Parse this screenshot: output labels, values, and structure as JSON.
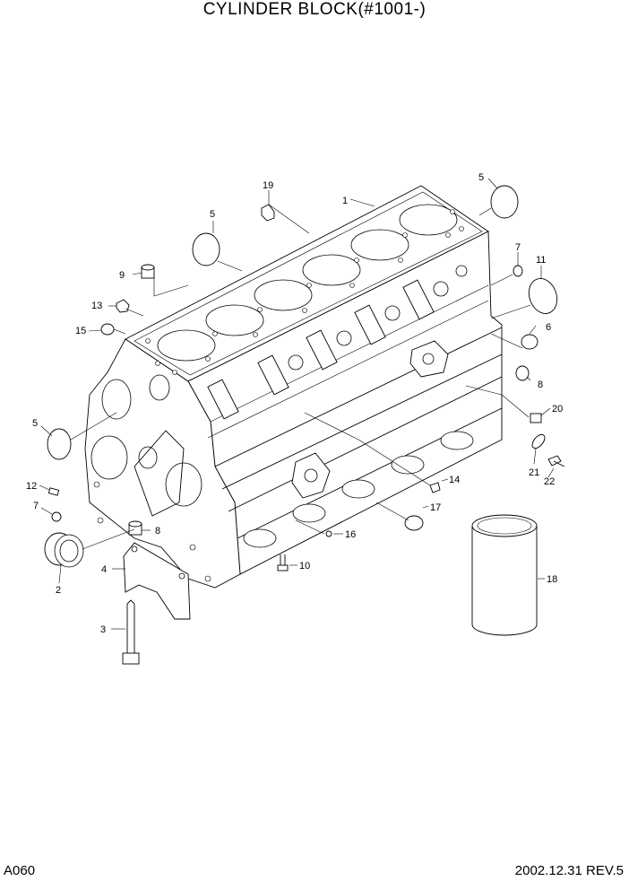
{
  "title": "CYLINDER BLOCK(#1001-)",
  "page_code": "A060",
  "revision": "2002.12.31 REV.5",
  "callouts": {
    "c1": "1",
    "c2": "2",
    "c3": "3",
    "c4": "4",
    "c5a": "5",
    "c5b": "5",
    "c5c": "5",
    "c6": "6",
    "c7a": "7",
    "c7b": "7",
    "c8a": "8",
    "c8b": "8",
    "c9": "9",
    "c10": "10",
    "c11": "11",
    "c12": "12",
    "c13": "13",
    "c14": "14",
    "c15": "15",
    "c16": "16",
    "c17": "17",
    "c18": "18",
    "c19": "19",
    "c20": "20",
    "c21": "21",
    "c22": "22"
  }
}
